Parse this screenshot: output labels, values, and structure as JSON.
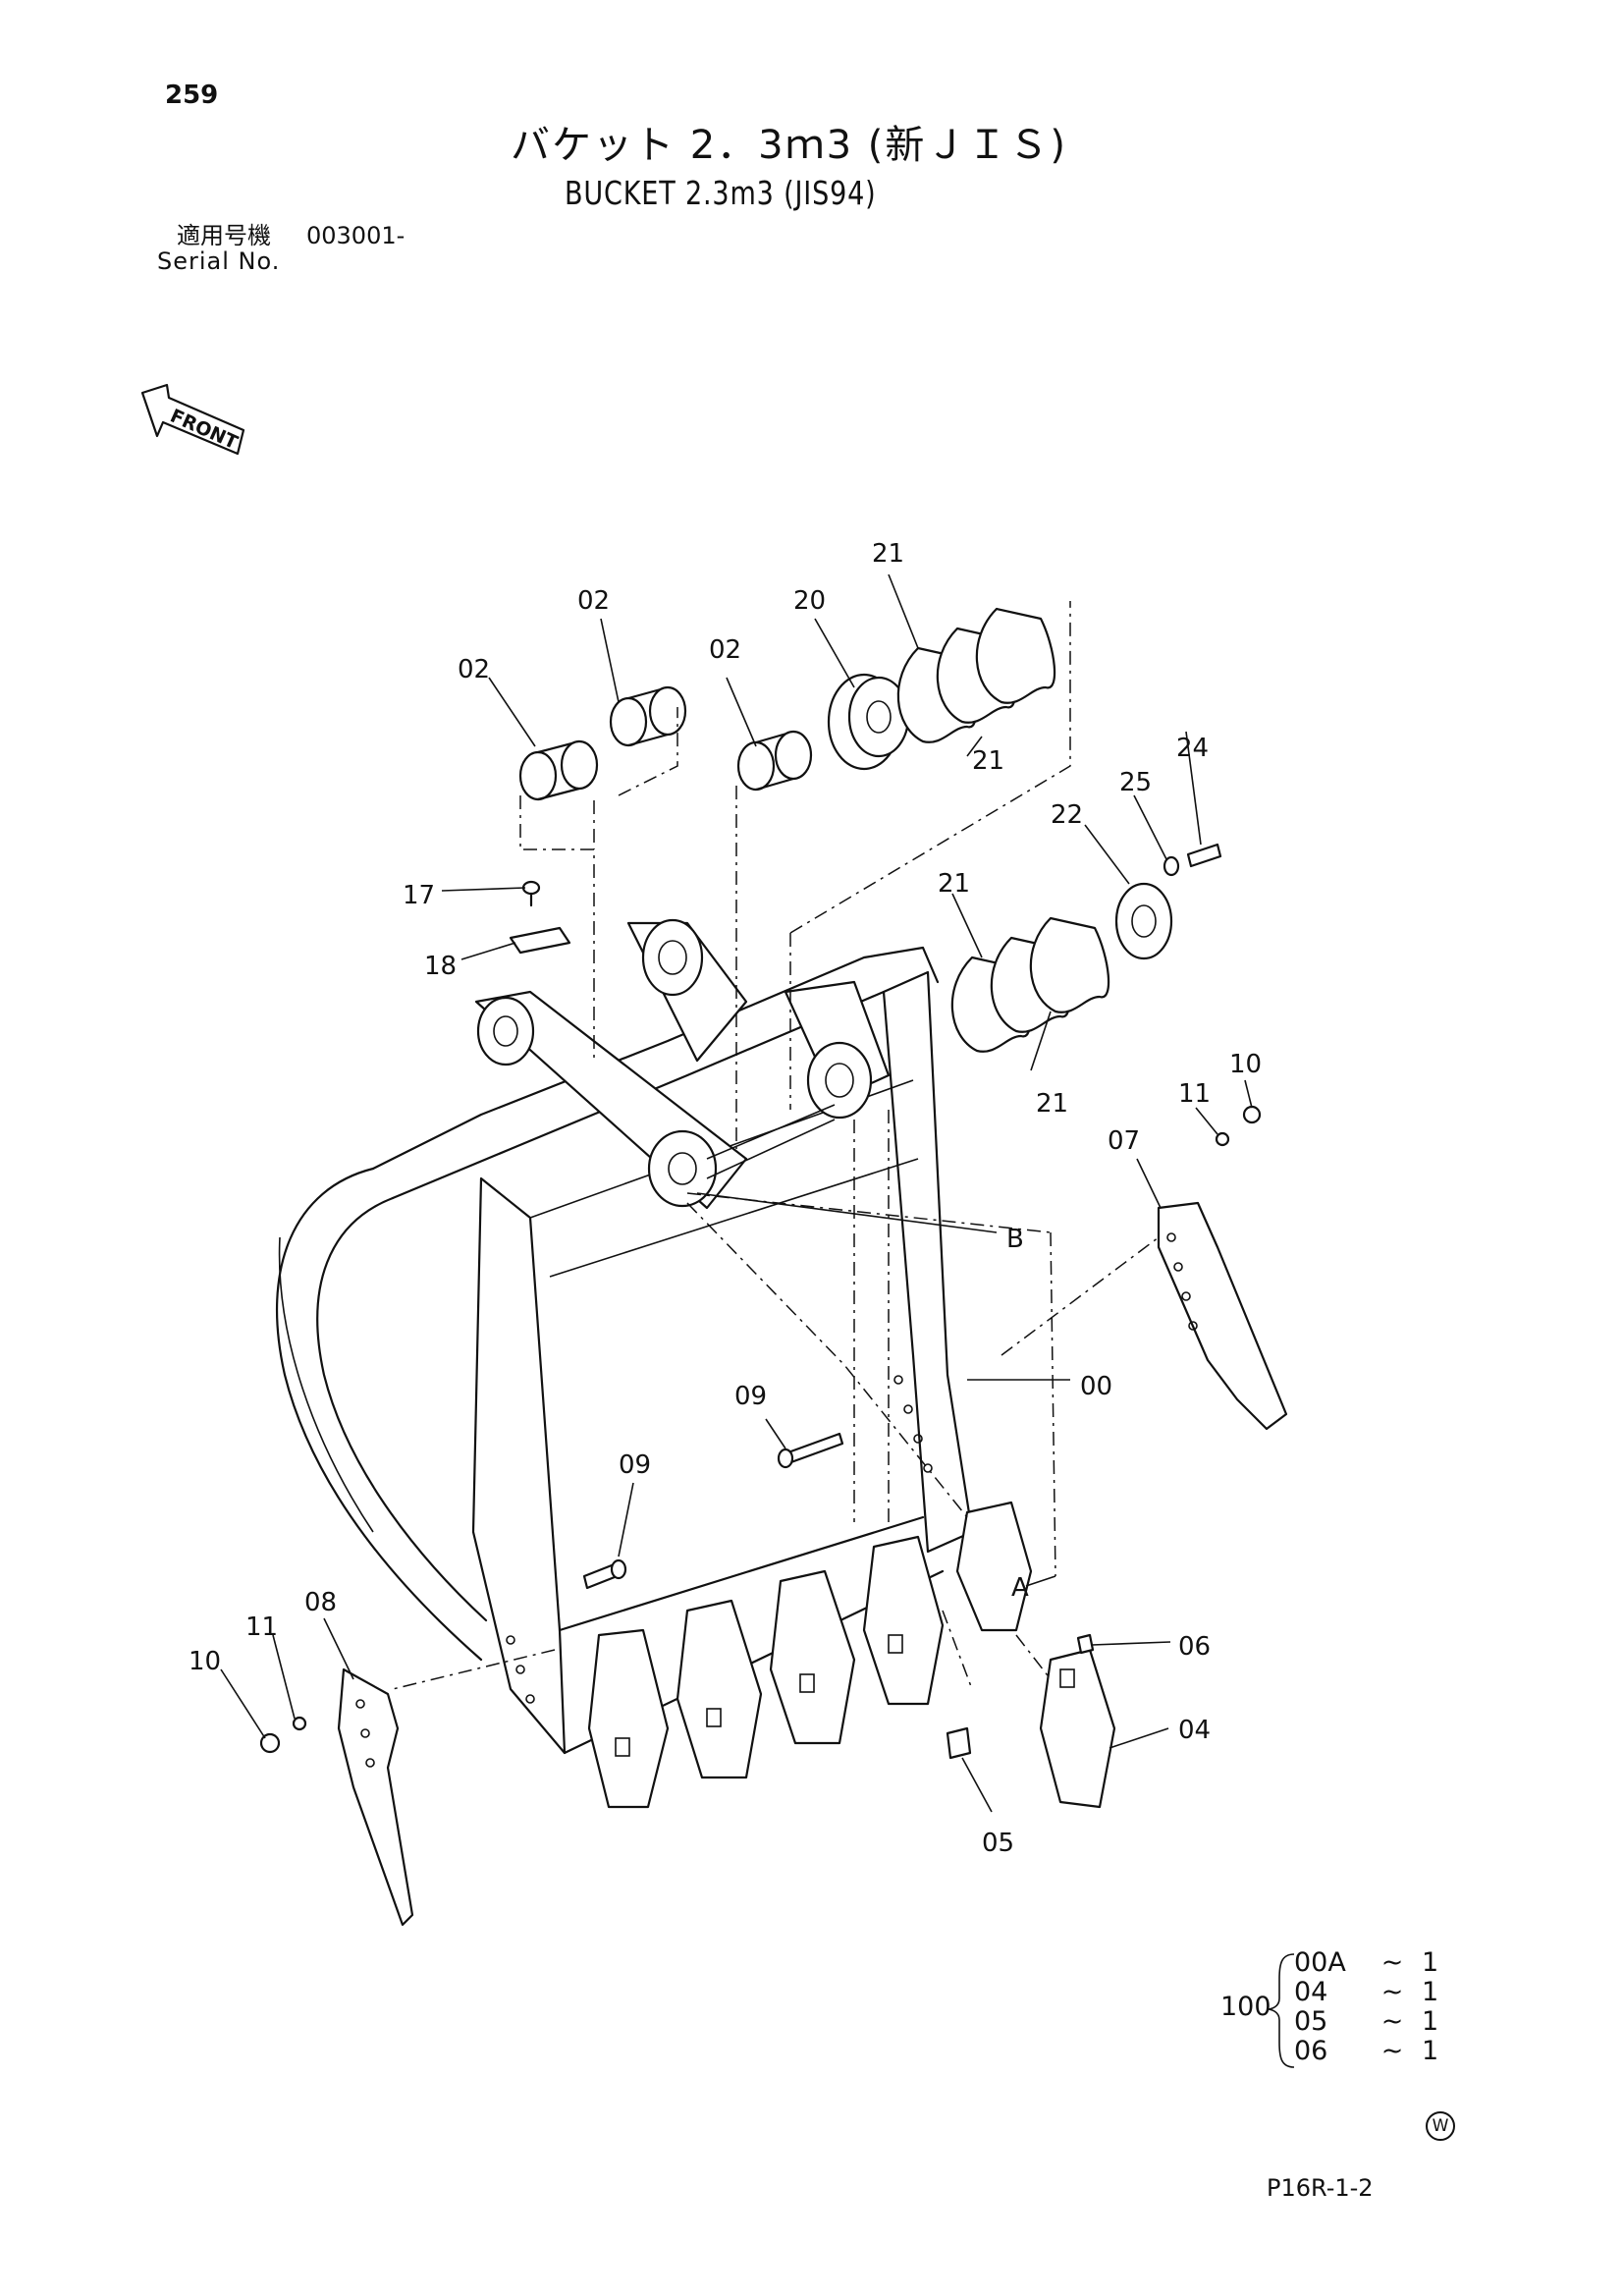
{
  "page_number": "259",
  "title_ja": "バケット 2．3ｍ3 (新ＪＩＳ)",
  "title_en": "BUCKET 2.3m3 (JIS94)",
  "serial": {
    "label_ja": "適用号機",
    "label_en": "Serial No.",
    "value": "003001-"
  },
  "front_label": "FRONT",
  "callouts": {
    "c02a": "02",
    "c02b": "02",
    "c02c": "02",
    "c20": "20",
    "c21a": "21",
    "c21b": "21",
    "c21c": "21",
    "c21d": "21",
    "c24": "24",
    "c25": "25",
    "c22": "22",
    "c17": "17",
    "c18": "18",
    "c10a": "10",
    "c11a": "11",
    "c07": "07",
    "cB": "B",
    "c00": "00",
    "c09a": "09",
    "c09b": "09",
    "cA": "A",
    "c08": "08",
    "c11b": "11",
    "c10b": "10",
    "c06": "06",
    "c04": "04",
    "c05": "05"
  },
  "kit": {
    "number": "100",
    "items": [
      {
        "code": "00A",
        "sep": "~",
        "qty": "1"
      },
      {
        "code": "04",
        "sep": "~",
        "qty": "1"
      },
      {
        "code": "05",
        "sep": "~",
        "qty": "1"
      },
      {
        "code": "06",
        "sep": "~",
        "qty": "1"
      }
    ]
  },
  "watermark": "W",
  "drawing_code": "P16R-1-2"
}
